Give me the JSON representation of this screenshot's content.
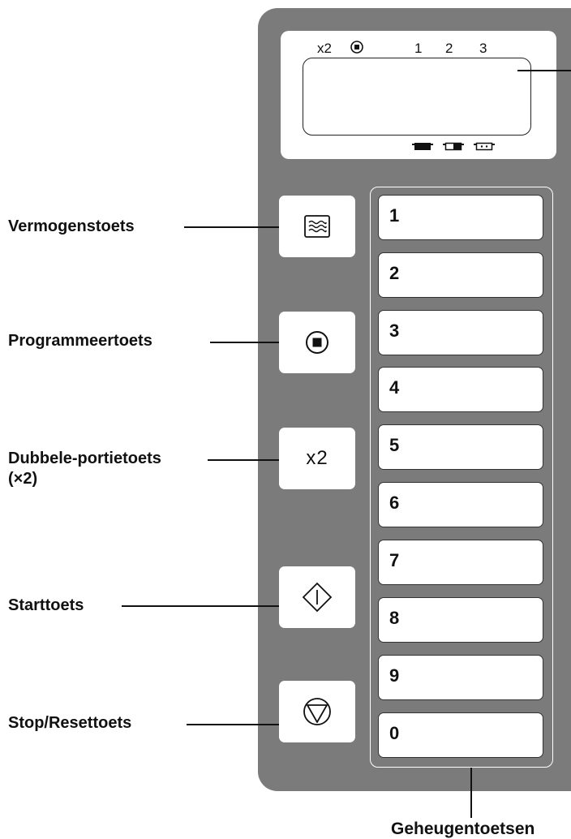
{
  "display": {
    "indicator_x2": "x2",
    "stage_1": "1",
    "stage_2": "2",
    "stage_3": "3",
    "program_icon": "circle-square-icon",
    "power_icons": [
      "pot-full-icon",
      "pot-half-icon",
      "pot-empty-icon"
    ]
  },
  "side_keys": {
    "power_icon": "microwave-waves-icon",
    "program_icon": "circle-square-icon",
    "double_label": "x2",
    "start_icon": "diamond-start-icon",
    "stop_icon": "triangle-circle-stop-icon"
  },
  "memory_keys": [
    "1",
    "2",
    "3",
    "4",
    "5",
    "6",
    "7",
    "8",
    "9",
    "0"
  ],
  "labels": {
    "power": "Vermogenstoets",
    "program": "Programmeertoets",
    "double_1": "Dubbele-portietoets",
    "double_2": "(×2)",
    "start": "Starttoets",
    "stop": "Stop/Resettoets",
    "memory": "Geheugentoetsen"
  },
  "colors": {
    "panel": "#7b7b7b",
    "key": "#ffffff",
    "text": "#111111"
  }
}
